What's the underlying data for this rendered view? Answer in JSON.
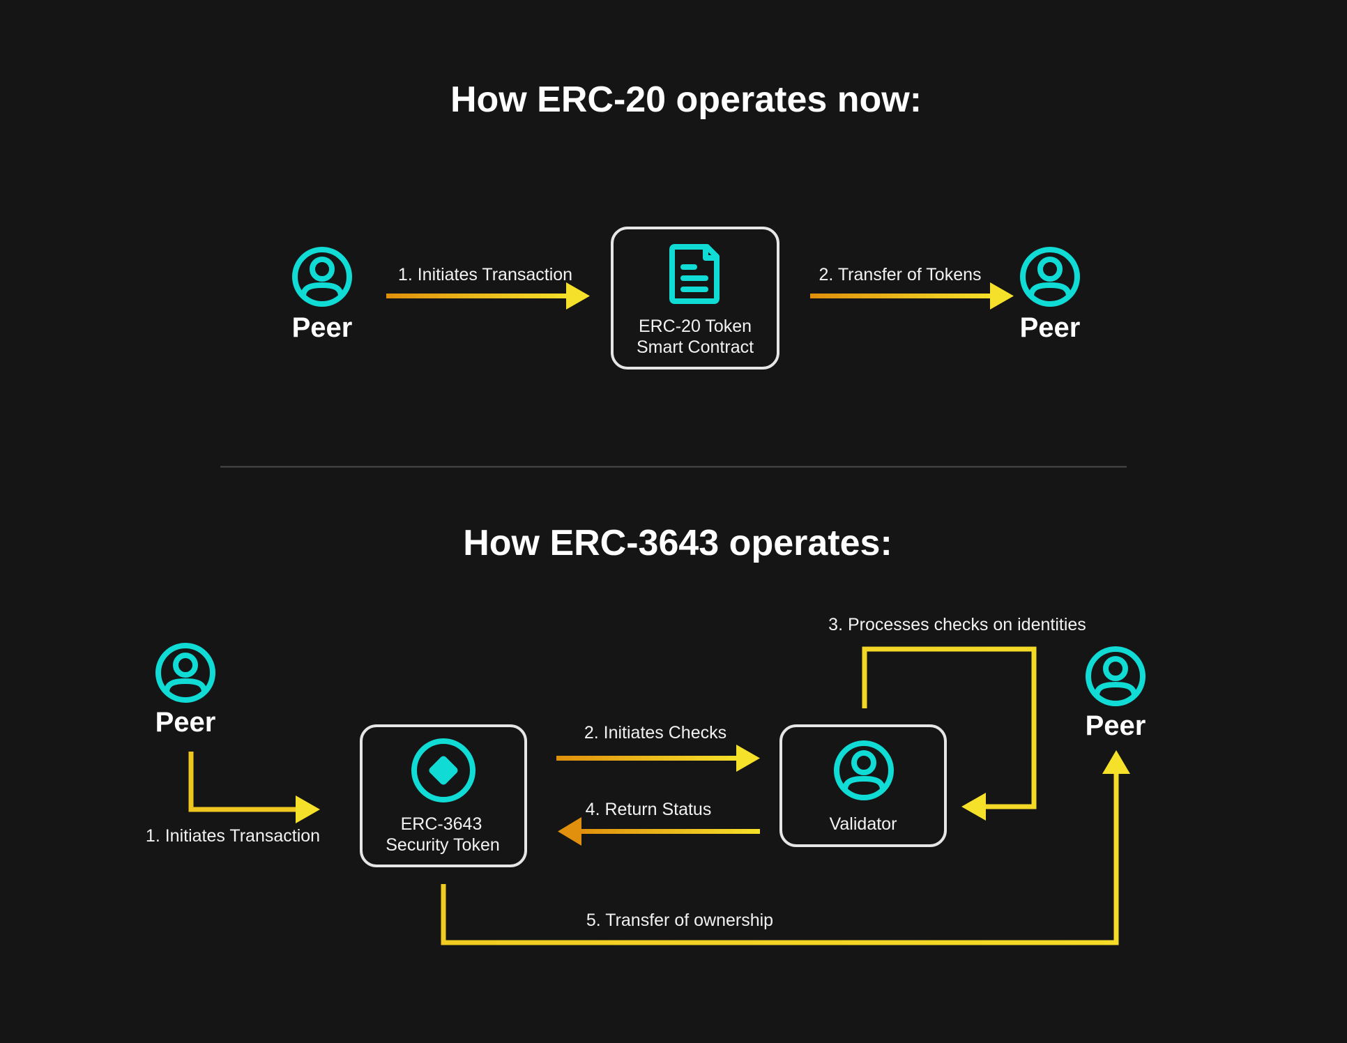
{
  "colors": {
    "background": "#151515",
    "accent_teal": "#10dcd5",
    "arrow_orange": "#e0900c",
    "arrow_yellow": "#f6e12a",
    "box_border": "#e6e6e6",
    "divider": "#4a4a4a"
  },
  "top": {
    "title": "How ERC-20 operates now:",
    "peer_left": {
      "label": "Peer",
      "icon": "user-circle-icon"
    },
    "peer_right": {
      "label": "Peer",
      "icon": "user-circle-icon"
    },
    "contract": {
      "line1": "ERC-20 Token",
      "line2": "Smart Contract",
      "icon": "document-icon"
    },
    "edges": {
      "initiates": "1. Initiates Transaction",
      "transfer": "2. Transfer of Tokens"
    }
  },
  "bottom": {
    "title": "How ERC-3643 operates:",
    "peer_left": {
      "label": "Peer",
      "icon": "user-circle-icon"
    },
    "peer_right": {
      "label": "Peer",
      "icon": "user-circle-icon"
    },
    "token": {
      "line1": "ERC-3643",
      "line2": "Security Token",
      "icon": "diamond-token-icon"
    },
    "validator": {
      "label": "Validator",
      "icon": "user-circle-icon"
    },
    "edges": {
      "initiates": "1. Initiates Transaction",
      "checks": "2. Initiates Checks",
      "processes": "3. Processes checks on identities",
      "status": "4. Return Status",
      "ownership": "5. Transfer of ownership"
    }
  }
}
